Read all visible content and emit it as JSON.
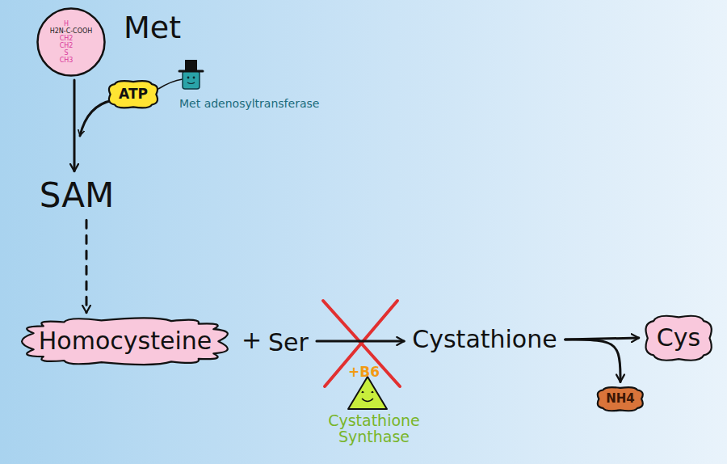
{
  "diagram": {
    "nodes": [
      {
        "text": [
          "Met",
          "H",
          "H2N-C-COOH",
          "CH2",
          "CH2",
          "S",
          "CH3"
        ]
      },
      {
        "text": [
          "ATP"
        ]
      },
      {
        "text": [
          "SAM"
        ]
      },
      {
        "text": [
          "Homocysteine"
        ]
      },
      {
        "text": [
          "Ser"
        ]
      },
      {
        "text": [
          "Cystathione"
        ]
      },
      {
        "text": [
          "Cys"
        ]
      },
      {
        "text": [
          "NH4"
        ]
      }
    ],
    "edges": [
      {
        "from": 0,
        "to": 2,
        "arrow": "to"
      },
      {
        "from": 2,
        "to": 3,
        "arrow": "to"
      },
      {
        "from": 4,
        "to": 5,
        "arrow": "to"
      },
      {
        "from": 5,
        "to": 6,
        "arrow": "to"
      },
      {
        "from": 5,
        "to": 7,
        "arrow": "to"
      }
    ],
    "labels": [
      "Met adenosyltransferase",
      "+",
      "+B6",
      "Cystathione Synthase"
    ]
  }
}
